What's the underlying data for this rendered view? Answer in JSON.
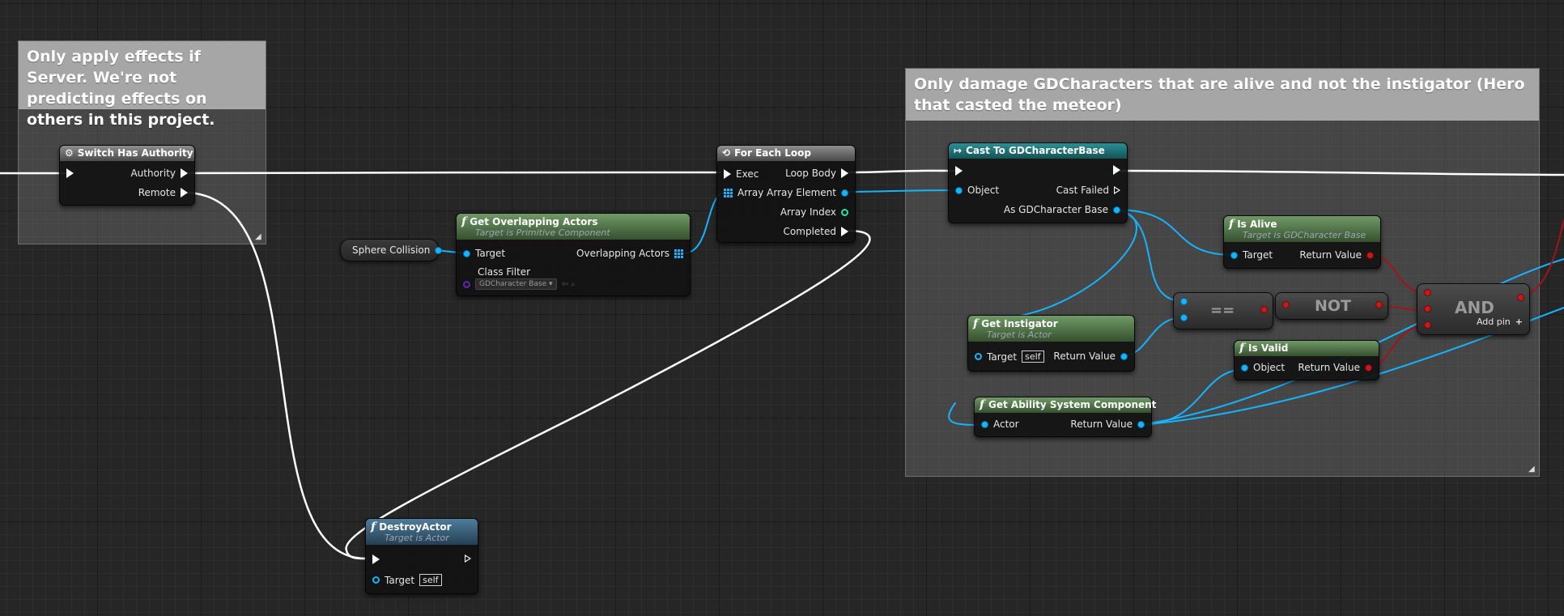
{
  "comments": {
    "server": "Only apply effects if Server. We're not predicting effects on others in this project.",
    "damage": "Only damage GDCharacters that are alive and not the instigator (Hero that casted the meteor)"
  },
  "switch_has_authority": {
    "title": "Switch Has Authority",
    "authority": "Authority",
    "remote": "Remote"
  },
  "sphere_collision": {
    "label": "Sphere Collision"
  },
  "get_overlapping_actors": {
    "title": "Get Overlapping Actors",
    "subtitle": "Target is Primitive Component",
    "target": "Target",
    "overlapping_actors": "Overlapping Actors",
    "class_filter": "Class Filter",
    "class_filter_value": "GDCharacter Base"
  },
  "for_each_loop": {
    "title": "For Each Loop",
    "exec": "Exec",
    "array": "Array",
    "loop_body": "Loop Body",
    "array_element": "Array Element",
    "array_index": "Array Index",
    "completed": "Completed"
  },
  "cast_to": {
    "title": "Cast To GDCharacterBase",
    "object": "Object",
    "cast_failed": "Cast Failed",
    "as_character": "As GDCharacter Base"
  },
  "is_alive": {
    "title": "Is Alive",
    "subtitle": "Target is GDCharacter Base",
    "target": "Target",
    "return_value": "Return Value"
  },
  "get_instigator": {
    "title": "Get Instigator",
    "subtitle": "Target is Actor",
    "target": "Target",
    "self": "self",
    "return_value": "Return Value"
  },
  "equals": {
    "label": "=="
  },
  "not": {
    "label": "NOT"
  },
  "and": {
    "label": "AND",
    "add_pin": "Add pin"
  },
  "is_valid": {
    "title": "Is Valid",
    "object": "Object",
    "return_value": "Return Value"
  },
  "get_asc": {
    "title": "Get Ability System Component",
    "actor": "Actor",
    "return_value": "Return Value"
  },
  "destroy_actor": {
    "title": "DestroyActor",
    "subtitle": "Target is Actor",
    "target": "Target",
    "self": "self"
  },
  "colors": {
    "exec_wire": "#ffffff",
    "object_wire": "#14b4ff",
    "bool_wire": "#a0151a"
  }
}
